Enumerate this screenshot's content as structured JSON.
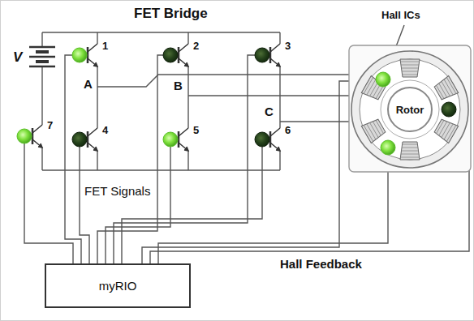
{
  "diagram": {
    "nodes": [
      {
        "text": [
          "Rotor"
        ]
      },
      {
        "text": [
          "myRIO"
        ]
      }
    ],
    "labels": [
      "FET Bridge",
      "Hall ICs",
      "V",
      "1",
      "2",
      "3",
      "A",
      "B",
      "C",
      "7",
      "4",
      "5",
      "6",
      "FET Signals",
      "Hall Feedback"
    ]
  }
}
